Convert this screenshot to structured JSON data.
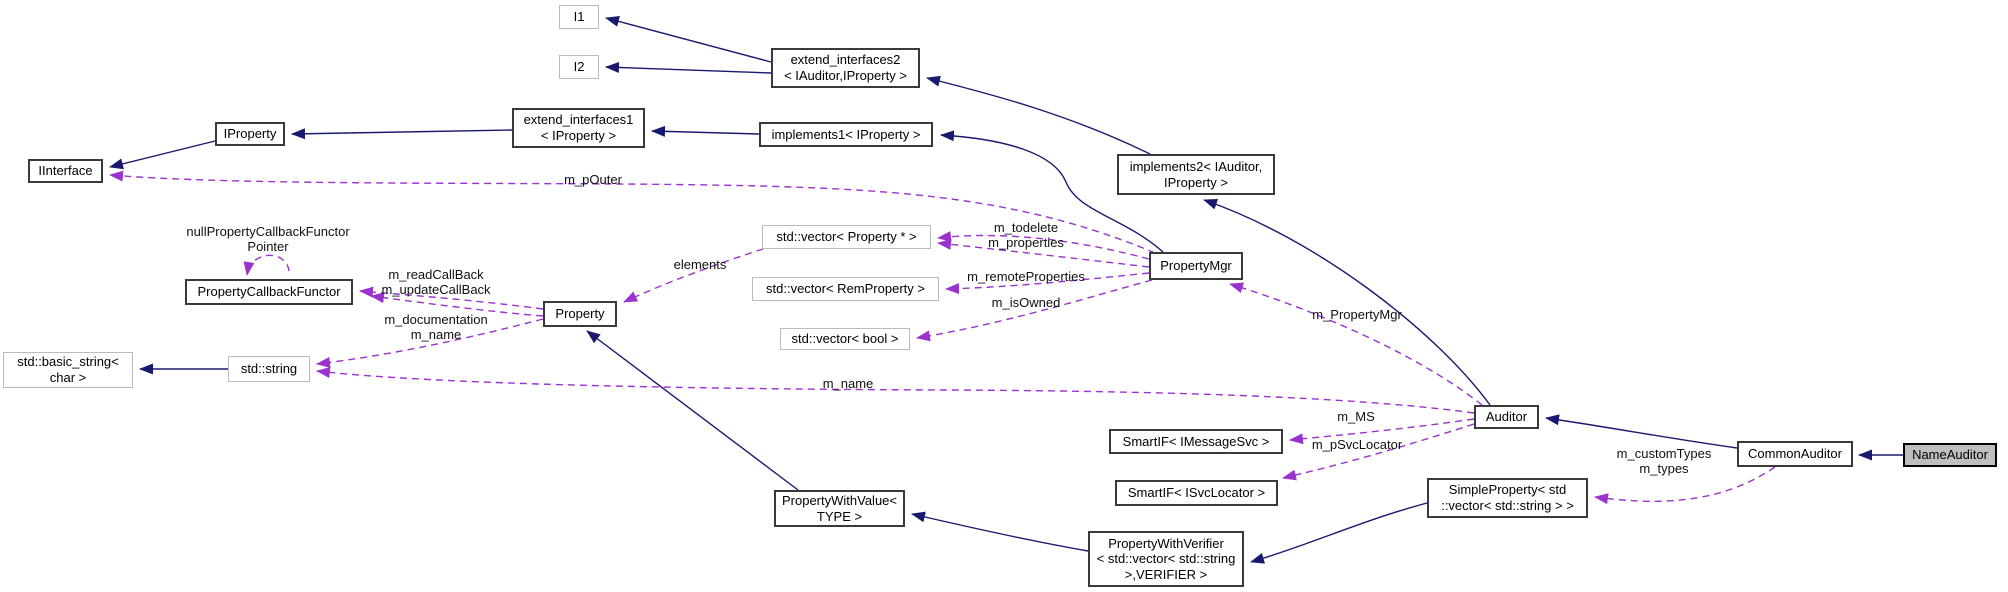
{
  "diagram": {
    "title": "NameAuditor collaboration diagram",
    "colors": {
      "inheritance_edge": "#191970",
      "usage_edge": "#9a32cd",
      "node_border": "#3a3a3a",
      "external_node_border": "#bcbcbc",
      "current_node_fill": "#bfbfbf",
      "background": "#ffffff"
    },
    "nodes": {
      "i1": {
        "label": "I1"
      },
      "i2": {
        "label": "I2"
      },
      "extend_interfaces2": {
        "label": "extend_interfaces2\n< IAuditor,IProperty >"
      },
      "extend_interfaces1": {
        "label": "extend_interfaces1\n< IProperty >"
      },
      "implements1": {
        "label": "implements1< IProperty >"
      },
      "iproperty": {
        "label": "IProperty"
      },
      "iinterface": {
        "label": "IInterface"
      },
      "implements2": {
        "label": "implements2< IAuditor,\nIProperty >"
      },
      "propertymgr": {
        "label": "PropertyMgr"
      },
      "propertycallbackfunctor": {
        "label": "PropertyCallbackFunctor"
      },
      "property": {
        "label": "Property"
      },
      "std_basic_string": {
        "label": "std::basic_string<\nchar >"
      },
      "std_string": {
        "label": "std::string"
      },
      "vector_property": {
        "label": "std::vector< Property * >"
      },
      "vector_remproperty": {
        "label": "std::vector< RemProperty >"
      },
      "vector_bool": {
        "label": "std::vector< bool >"
      },
      "smartif_imessagesvc": {
        "label": "SmartIF< IMessageSvc >"
      },
      "smartif_isvclocator": {
        "label": "SmartIF< ISvcLocator >"
      },
      "auditor": {
        "label": "Auditor"
      },
      "commonauditor": {
        "label": "CommonAuditor"
      },
      "nameauditor": {
        "label": "NameAuditor"
      },
      "simpleproperty": {
        "label": "SimpleProperty< std\n::vector< std::string > >"
      },
      "propertywithvalue": {
        "label": "PropertyWithValue<\nTYPE >"
      },
      "propertywithverifier": {
        "label": "PropertyWithVerifier\n< std::vector< std::string\n >,VERIFIER >"
      }
    },
    "edge_labels": {
      "null_pointer": "nullPropertyCallbackFunctor\nPointer",
      "read_update": "m_readCallBack\nm_updateCallBack",
      "doc_name": "m_documentation\nm_name",
      "elements": "elements",
      "todelete_properties": "m_todelete\nm_properties",
      "remote": "m_remoteProperties",
      "isowned": "m_isOwned",
      "pouter": "m_pOuter",
      "name": "m_name",
      "propertymgr_ref": "m_PropertyMgr",
      "ms": "m_MS",
      "psvclocator": "m_pSvcLocator",
      "customtypes": "m_customTypes\nm_types"
    }
  }
}
